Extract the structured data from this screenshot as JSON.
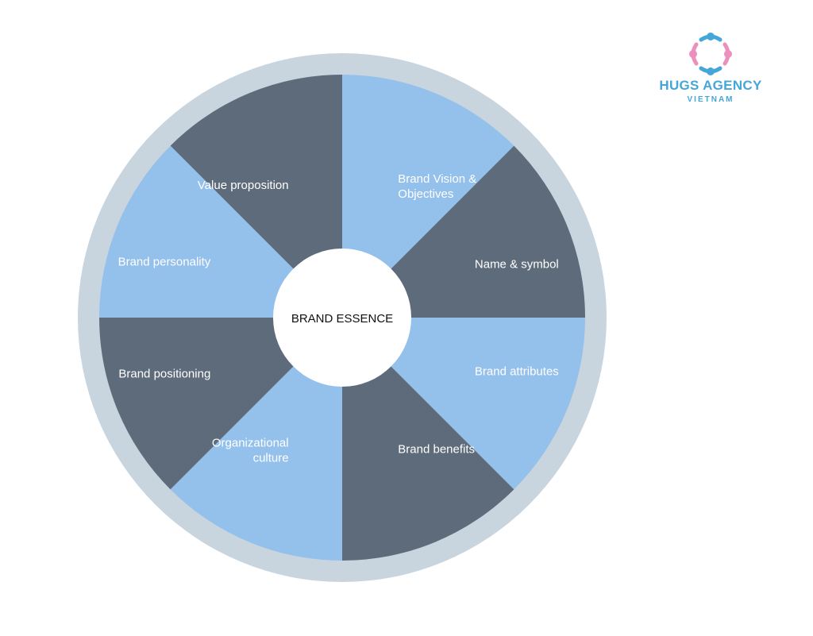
{
  "diagram": {
    "center_label": "BRAND ESSENCE",
    "segments": [
      {
        "label": "Value proposition",
        "lines": [
          "Value proposition"
        ],
        "color": "#5e6b7b"
      },
      {
        "label": "Brand Vision & Objectives",
        "lines": [
          "Brand Vision &",
          "Objectives"
        ],
        "color": "#94c0ec"
      },
      {
        "label": "Name & symbol",
        "lines": [
          "Name & symbol"
        ],
        "color": "#5e6b7b"
      },
      {
        "label": "Brand attributes",
        "lines": [
          "Brand attributes"
        ],
        "color": "#94c0ec"
      },
      {
        "label": "Brand benefits",
        "lines": [
          "Brand benefits"
        ],
        "color": "#5e6b7b"
      },
      {
        "label": "Organizational culture",
        "lines": [
          "Organizational",
          "culture"
        ],
        "color": "#94c0ec"
      },
      {
        "label": "Brand positioning",
        "lines": [
          "Brand positioning"
        ],
        "color": "#5e6b7b"
      },
      {
        "label": "Brand personality",
        "lines": [
          "Brand personality"
        ],
        "color": "#94c0ec"
      }
    ],
    "colors": {
      "ring": "#c9d5de",
      "dark": "#5e6b7b",
      "light": "#94c0ec",
      "center": "#ffffff"
    }
  },
  "logo": {
    "name": "HUGS AGENCY",
    "subtitle": "VIETNAM",
    "colors": {
      "blue": "#45a6d9",
      "pink": "#ec8fbd"
    }
  }
}
